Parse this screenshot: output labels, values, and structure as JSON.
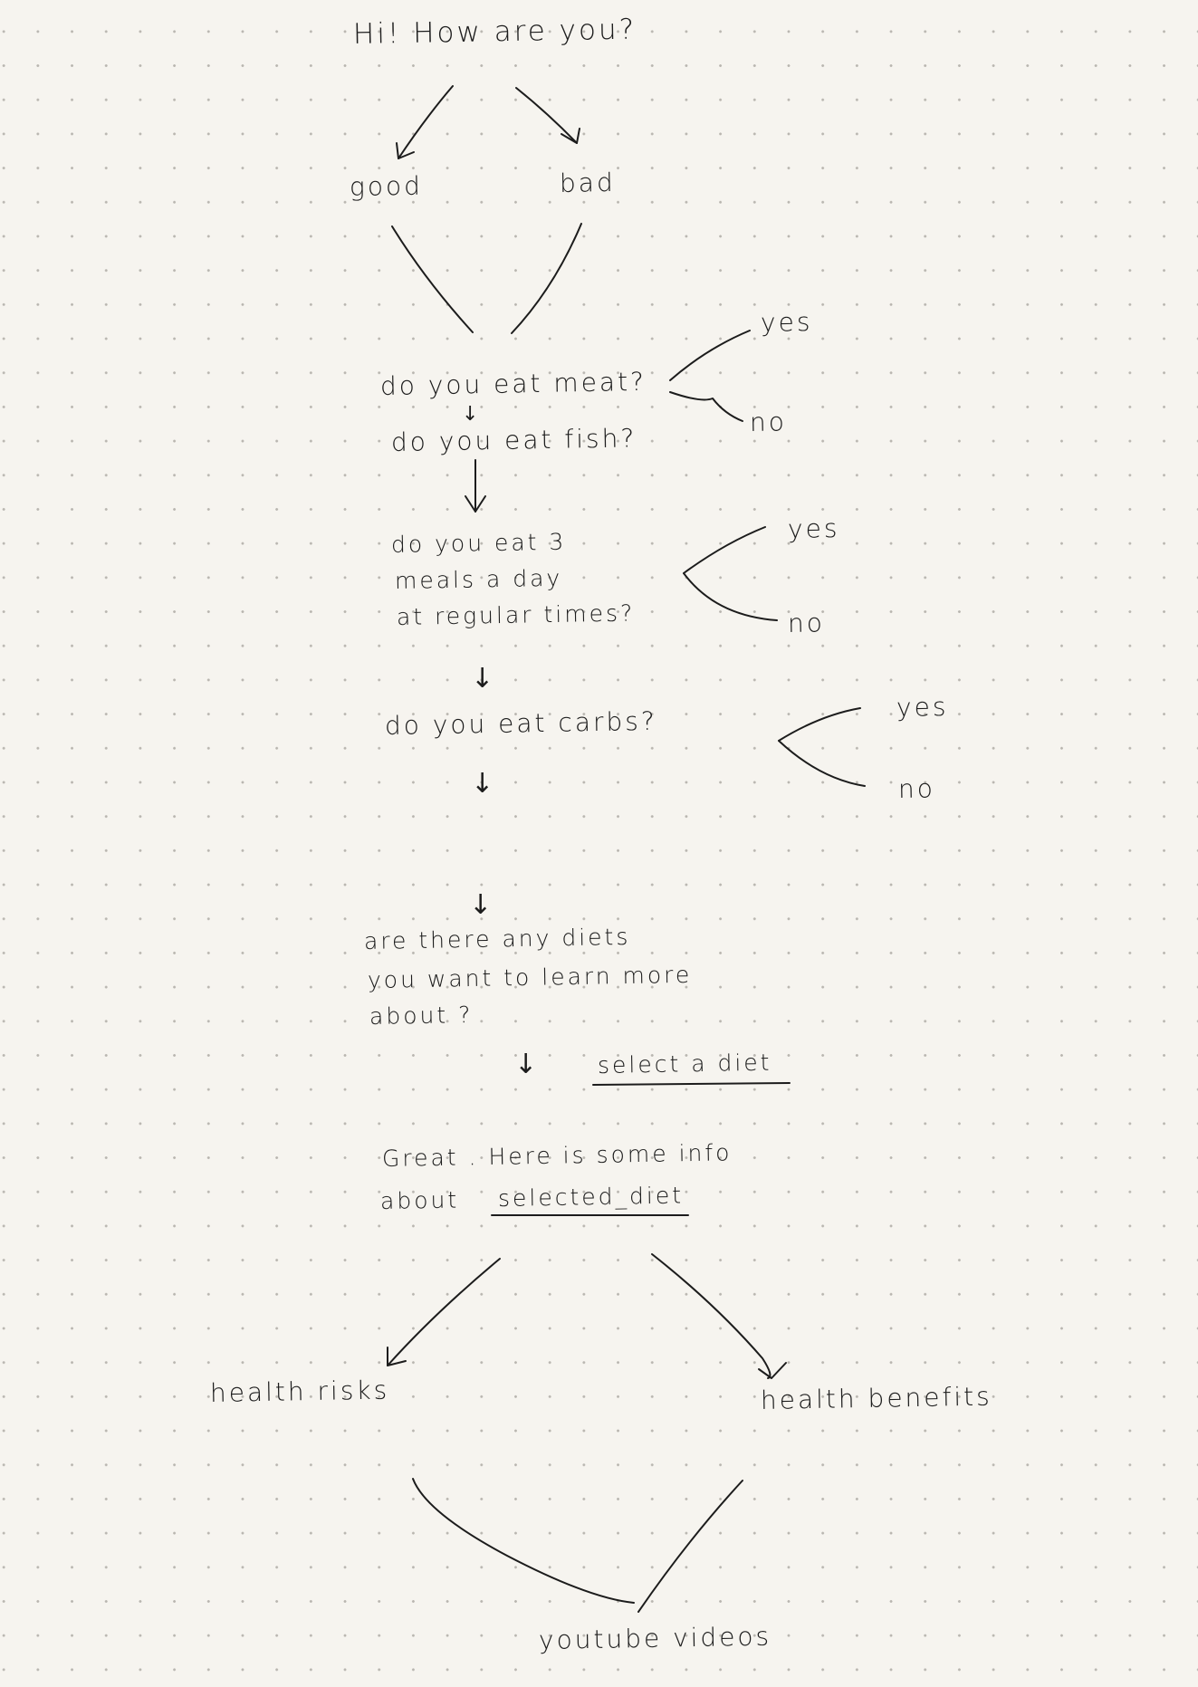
{
  "nodes": {
    "greeting": "Hi! How are you?",
    "good": "good",
    "bad": "bad",
    "meat_question": "do you eat meat?",
    "meat_yes": "yes",
    "meat_no": "no",
    "fish_question": "do you eat fish?",
    "meals_line1": "do you eat 3",
    "meals_line2": "meals a day",
    "meals_line3": "at regular times?",
    "meals_yes": "yes",
    "meals_no": "no",
    "carbs_question": "do you eat carbs?",
    "carbs_yes": "yes",
    "carbs_no": "no",
    "diets_line1": "are there any diets",
    "diets_line2": "you want to learn more",
    "diets_line3": "about ?",
    "select_diet": "select a diet",
    "info_line1": "Great . Here is some info",
    "info_line2_prefix": "about",
    "selected_diet": "selected_diet",
    "health_risks": "health risks",
    "health_benefits": "health benefits",
    "youtube_videos": "youtube videos"
  },
  "arrow_glyph": "↓"
}
